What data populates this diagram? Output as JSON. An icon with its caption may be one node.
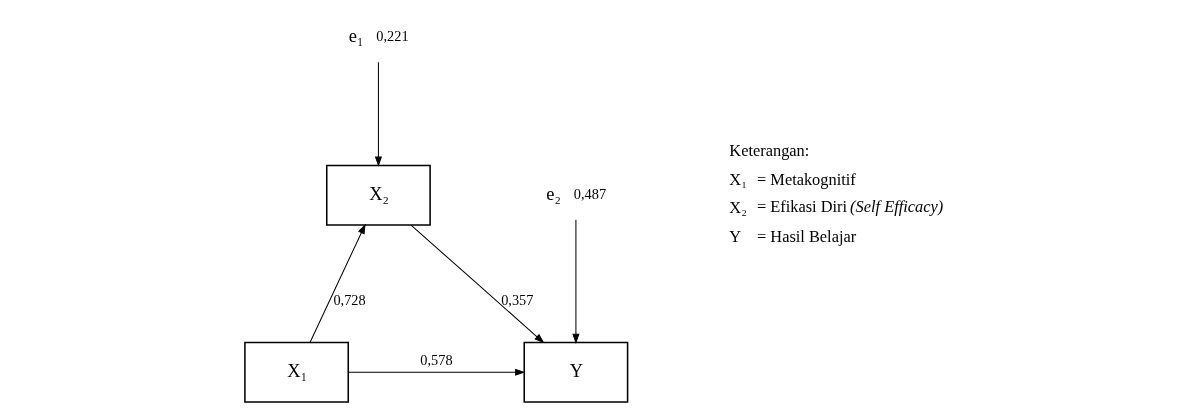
{
  "diagram": {
    "nodes": [
      {
        "text": [
          "e₁"
        ],
        "beside": [
          "0,221"
        ]
      },
      {
        "text": [
          "X₂"
        ]
      },
      {
        "text": [
          "e₂"
        ],
        "beside": [
          "0,487"
        ]
      },
      {
        "text": [
          "X₁"
        ]
      },
      {
        "text": [
          "Y"
        ]
      }
    ],
    "edges": [
      {
        "from": 0,
        "to": 1,
        "arrow": "to"
      },
      {
        "from": 3,
        "to": 1,
        "arrow": "to",
        "label": "0,728"
      },
      {
        "from": 1,
        "to": 4,
        "arrow": "to",
        "label": "0,357"
      },
      {
        "from": 2,
        "to": 4,
        "arrow": "to"
      },
      {
        "from": 3,
        "to": 4,
        "arrow": "to",
        "label": "0,578"
      }
    ],
    "labels": [
      "Keterangan:",
      "X₁",
      "= Metakognitif",
      "X₂",
      "= Efikasi Diri *(Self Efficacy)*",
      "Y",
      "= Hasil Belajar"
    ]
  }
}
